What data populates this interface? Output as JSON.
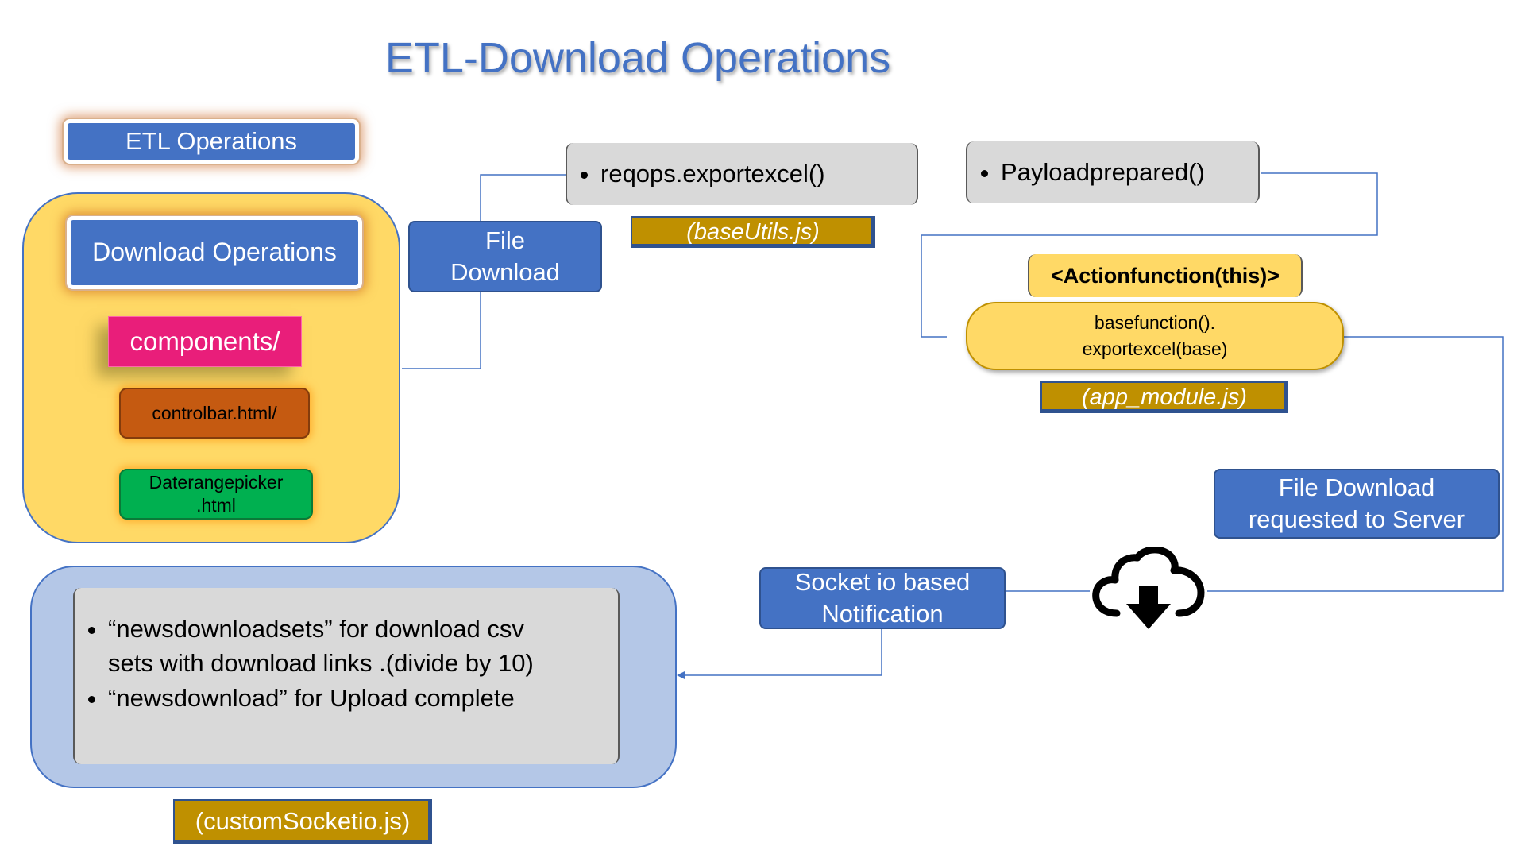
{
  "title": "ETL-Download Operations",
  "left_panel": {
    "etl_operations": "ETL Operations",
    "download_operations": "Download Operations",
    "components": "components/",
    "controlbar": "controlbar.html/",
    "daterangepicker_line1": "Daterangepicker",
    "daterangepicker_line2": ".html"
  },
  "file_download": {
    "line1": "File",
    "line2": "Download"
  },
  "reqops": {
    "bullet": "reqops.exportexcel()",
    "tag": "(baseUtils.js)"
  },
  "payload": {
    "bullet": "Payloadprepared()"
  },
  "action": {
    "header": "<Actionfunction(this)>",
    "line1": "basefunction().",
    "line2": "exportexcel(base)",
    "tag": "(app_module.js)"
  },
  "server": {
    "line1": "File Download",
    "line2": "requested to Server"
  },
  "cloud_icon": "cloud-download-icon",
  "socket": {
    "line1": "Socket io based",
    "line2": "Notification"
  },
  "notes": {
    "item1_line1": "“newsdownloadsets” for download csv",
    "item1_line2": "sets with download links .(divide by 10)",
    "item2": "“newsdownload” for Upload complete",
    "tag": "(customSocketio.js)"
  },
  "colors": {
    "blue": "#4472c4",
    "yellow": "#ffd966",
    "light_blue": "#b4c7e7",
    "pink": "#e91e7a",
    "orange": "#c55a11",
    "green": "#00b050",
    "gold": "#bf9000",
    "grey": "#d9d9d9"
  }
}
